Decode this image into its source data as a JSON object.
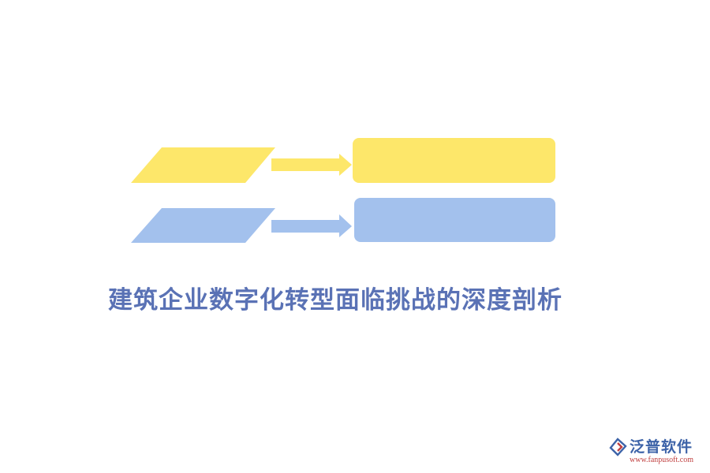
{
  "colors": {
    "yellow": "#fde76a",
    "blue": "#a3c1ed",
    "title": "#5a72b5",
    "logo_blue": "#3d63a8",
    "logo_red": "#c04040"
  },
  "title": "建筑企业数字化转型面临挑战的深度剖析",
  "rows": [
    {
      "color_key": "yellow",
      "left_text": "",
      "right_text": ""
    },
    {
      "color_key": "blue",
      "left_text": "",
      "right_text": ""
    }
  ],
  "logo": {
    "icon": "fanpu-logo-icon",
    "name": "泛普软件",
    "url": "www.fanpusoft.com"
  }
}
